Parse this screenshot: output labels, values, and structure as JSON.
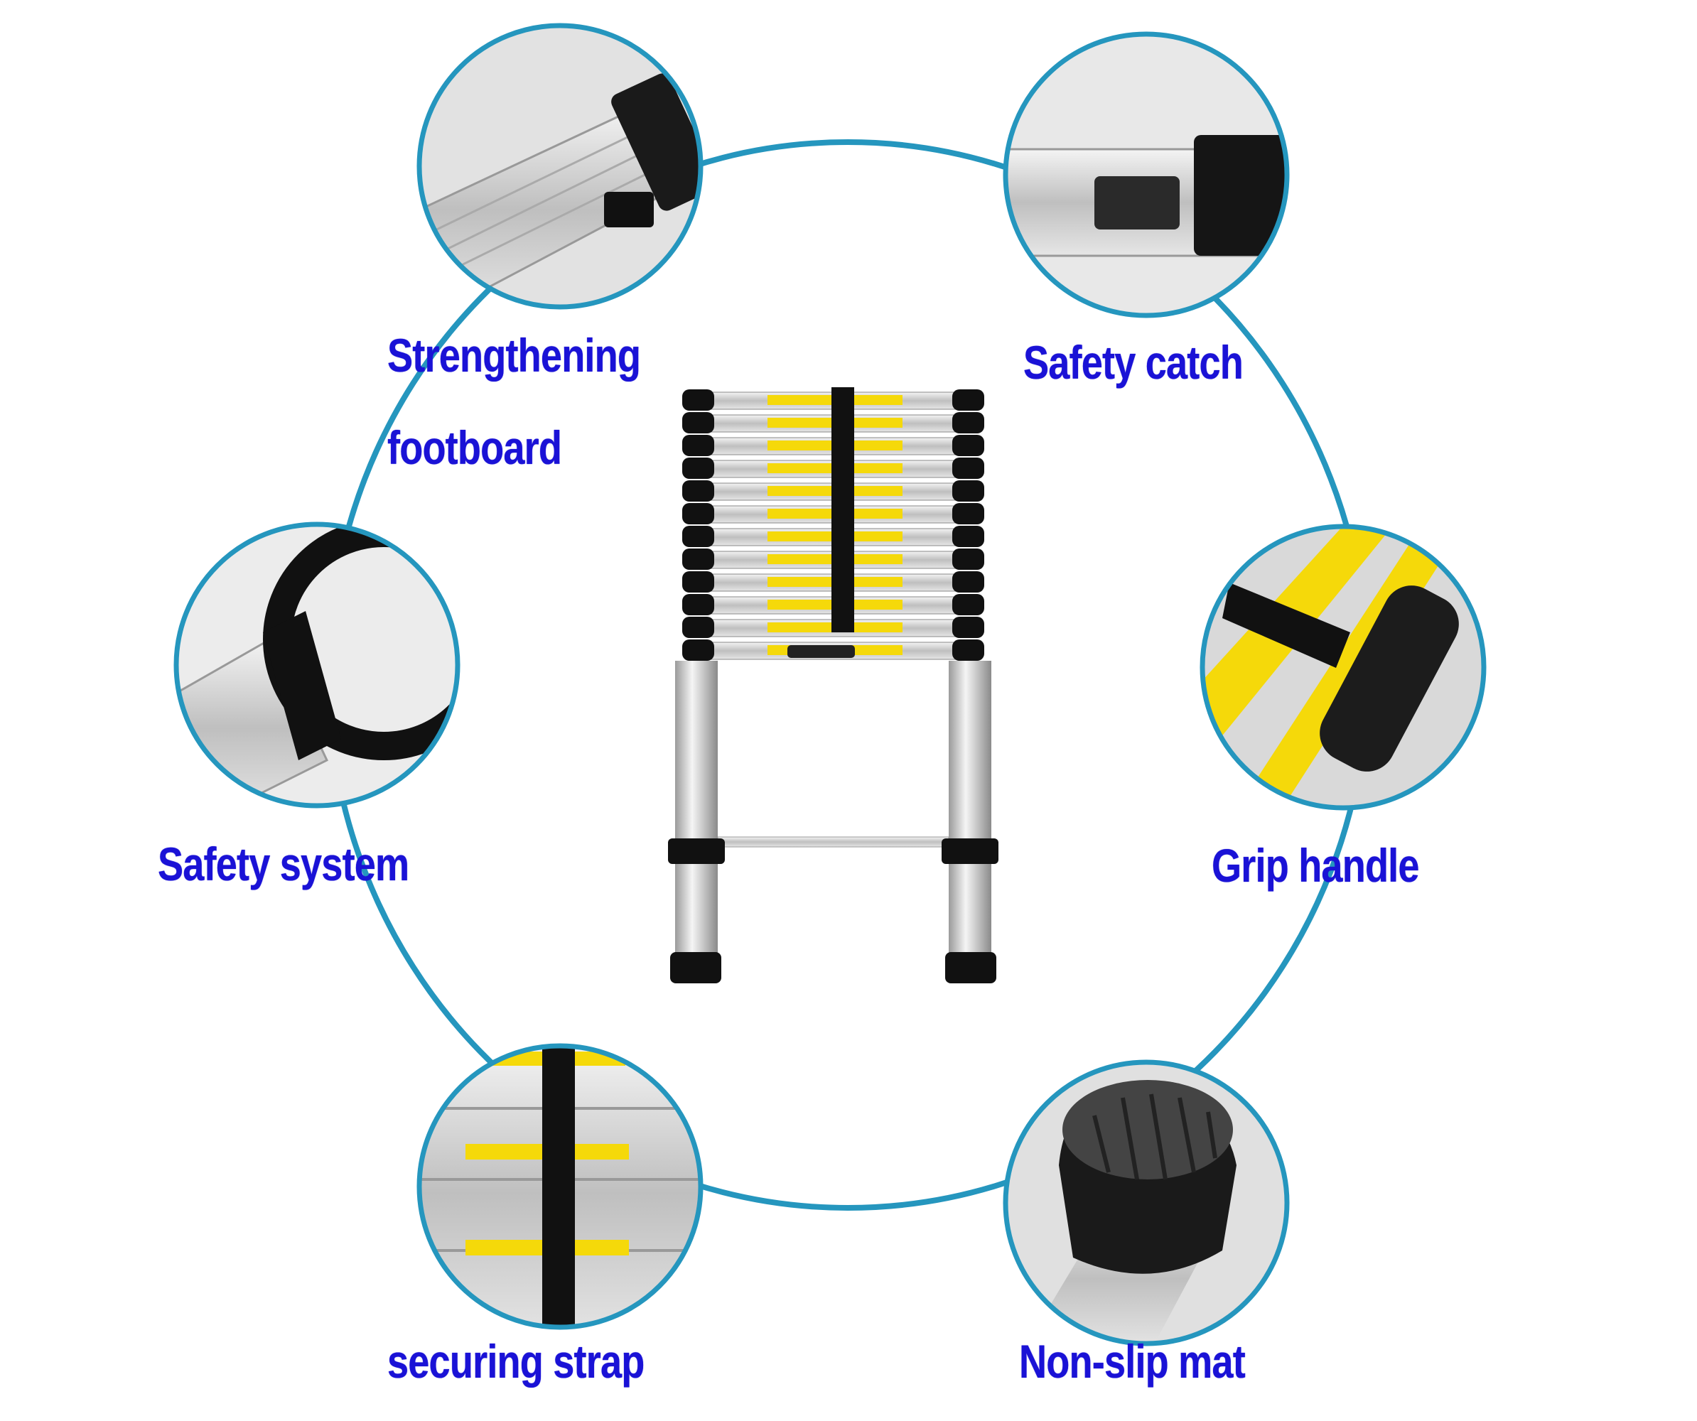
{
  "features": [
    {
      "id": "strengthening-footboard",
      "label_line1": "Strengthening",
      "label_line2": "footboard"
    },
    {
      "id": "safety-catch",
      "label_line1": "Safety catch"
    },
    {
      "id": "safety-system",
      "label_line1": "Safety system"
    },
    {
      "id": "grip-handle",
      "label_line1": "Grip handle"
    },
    {
      "id": "securing-strap",
      "label_line1": "securing strap"
    },
    {
      "id": "non-slip-mat",
      "label_line1": "Non-slip mat"
    }
  ],
  "colors": {
    "ring": "#2596be",
    "label": "#1a12d6",
    "sticker": "#f5d90a"
  }
}
